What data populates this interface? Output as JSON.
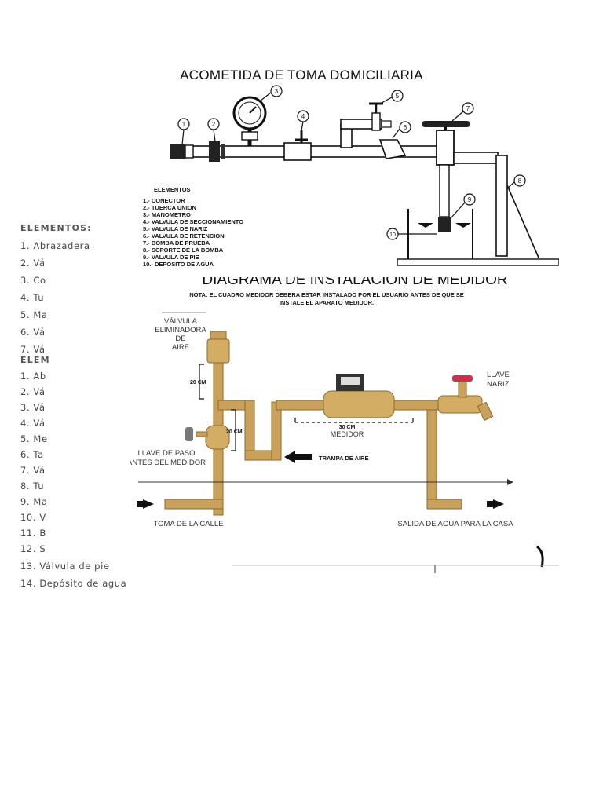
{
  "page_title": "ACOMETIDA DE  TOMA DOMICILIARIA",
  "left_list_1": {
    "header": "ELEMENTOS:",
    "items": [
      "1. Abrazadera",
      "2. Vá",
      "3. Co",
      "4. Tu",
      "5. Ma",
      "6. Vá",
      "7. Vá"
    ]
  },
  "left_list_2": {
    "header": "ELEM",
    "items": [
      "1. Ab",
      "2. Vá",
      "3. Vá",
      "4. Vá",
      "5. Me",
      "6. Ta",
      "7. Vá",
      "8. Tu",
      "9. Ma",
      "10. V",
      "11. B",
      "12. S",
      "13. Válvula de pie",
      "14. Depósito de agua"
    ]
  },
  "diagram1": {
    "legend_title": "ELEMENTOS",
    "legend_items": [
      "1.- CONECTOR",
      "2.- TUERCA UNION",
      "3.- MANOMETRO",
      "4.- VALVULA DE SECCIONAMIENTO",
      "5.- VALVULA DE NARIZ",
      "6.- VALVULA DE RETENCION",
      "7.- BOMBA DE PRUEBA",
      "8.- SOPORTE DE LA BOMBA",
      "9.- VALVULA DE PIE",
      "10.- DEPOSITO DE AGUA"
    ],
    "callouts": [
      "1",
      "2",
      "3",
      "4",
      "5",
      "6",
      "7",
      "8",
      "9",
      "10"
    ]
  },
  "diagram2": {
    "title": "DIAGRAMA DE INSTALACION DE MEDIDOR",
    "note_line1": "NOTA: EL CUADRO MEDIDOR DEBERA ESTAR INSTALADO POR EL USUARIO ANTES DE QUE SE",
    "note_line2": "INSTALE EL APARATO MEDIDOR.",
    "valve_label": [
      "VÁLVULA",
      "ELIMINADORA",
      "DE",
      "AIRE"
    ],
    "llave_nariz": [
      "LLAVE",
      "NARIZ"
    ],
    "dim_20cm_a": "20 CM",
    "dim_20cm_b": "20 CM",
    "dim_30cm": "30 CM",
    "medidor": "MEDIDOR",
    "trampa": "TRAMPA DE AIRE",
    "llave_paso": [
      "LLAVE DE PASO",
      "ANTES DEL MEDIDOR"
    ],
    "toma_calle": "TOMA DE LA CALLE",
    "salida": "SALIDA DE AGUA PARA LA CASA"
  },
  "colors": {
    "pipe_brass": "#c9a15a",
    "pipe_shade": "#8a6a2c",
    "ink": "#111111",
    "handle_red": "#c8324a"
  }
}
